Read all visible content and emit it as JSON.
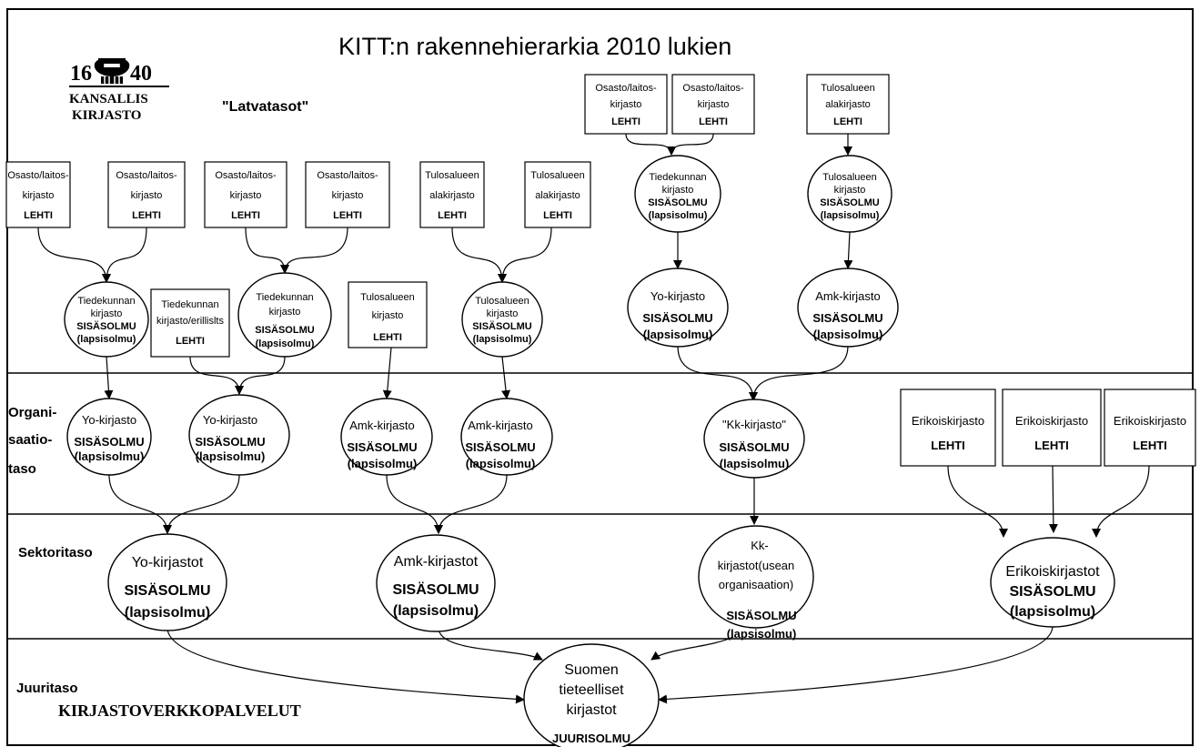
{
  "title": "KITT:n rakennehierarkia 2010 lukien",
  "logo": {
    "year_left": "16",
    "year_right": "40",
    "line1": "KANSALLIS",
    "line2": "KIRJASTO"
  },
  "levels": {
    "latva": "\"Latvatasot\"",
    "org1": "Organi-",
    "org2": "saatio-",
    "org3": "taso",
    "sektori": "Sektoritaso",
    "juuri": "Juuritaso",
    "juuri_sub": "KIRJASTOVERKKOPALVELUT"
  },
  "labels": {
    "osasto": "Osasto/laitos-",
    "kirjasto": "kirjasto",
    "lehti": "LEHTI",
    "tulosalueen": "Tulosalueen",
    "alakirjasto": "alakirjasto",
    "tiedekunnan": "Tiedekunnan",
    "kirjasto_erillislts": "kirjasto/erillislts",
    "sisasolmu": "SISÄSOLMU",
    "lapsisolmu": "(lapsisolmu)",
    "yo_kirjasto": "Yo-kirjasto",
    "amk_kirjasto": "Amk-kirjasto",
    "kk_kirjasto": "\"Kk-kirjasto\"",
    "erikoiskirjasto": "Erikoiskirjasto",
    "yo_kirjastot": "Yo-kirjastot",
    "amk_kirjastot": "Amk-kirjastot",
    "kk1": "Kk-",
    "kk2": "kirjastot(usean",
    "kk3": "organisaation)",
    "erikoiskirjastot": "Erikoiskirjastot",
    "suomen": "Suomen",
    "tieteelliset": "tieteelliset",
    "kirjastot": "kirjastot",
    "juurisolmu": "JUURISOLMU"
  }
}
